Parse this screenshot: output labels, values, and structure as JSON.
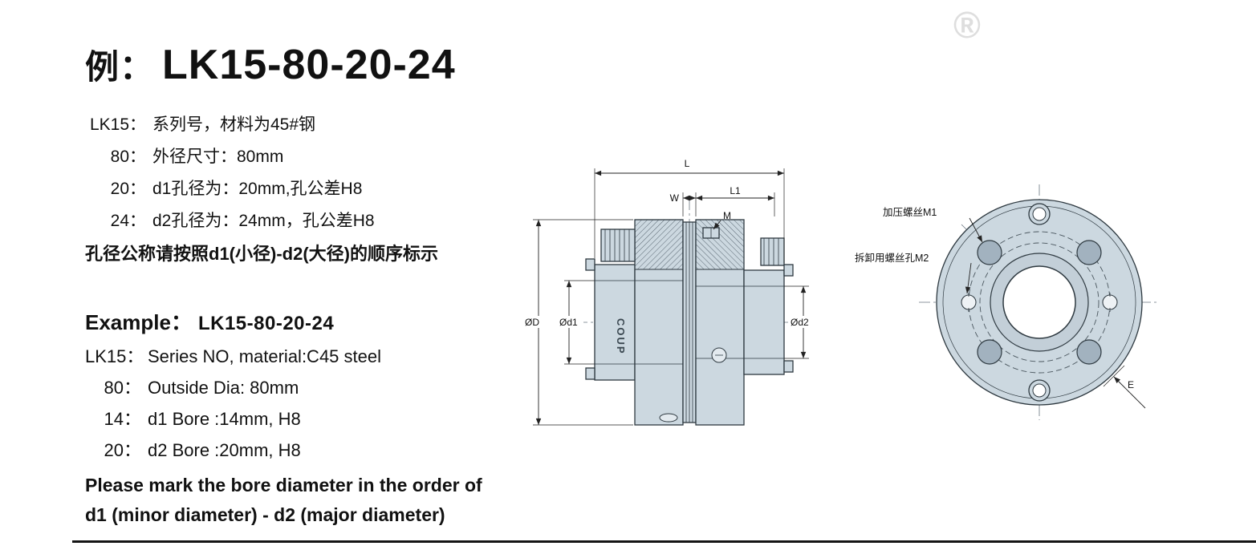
{
  "watermark": {
    "registered_mark": "®"
  },
  "title": {
    "prefix": "例：",
    "model": "LK15-80-20-24"
  },
  "spec_cn": {
    "lines": [
      {
        "key": "LK15：",
        "text": "系列号，材料为45#钢"
      },
      {
        "key": "80：",
        "text": "外径尺寸：80mm"
      },
      {
        "key": "20：",
        "text": "d1孔径为：20mm,孔公差H8"
      },
      {
        "key": "24：",
        "text": "d2孔径为：24mm，孔公差H8"
      }
    ],
    "note": "孔径公称请按照d1(小径)-d2(大径)的顺序标示"
  },
  "spec_en": {
    "heading_prefix": "Example：",
    "heading_model": "LK15-80-20-24",
    "lines": [
      {
        "key": "LK15：",
        "text": "Series NO, material:C45 steel"
      },
      {
        "key": "80：",
        "text": "Outside Dia: 80mm"
      },
      {
        "key": "14：",
        "text": "d1 Bore :14mm, H8"
      },
      {
        "key": "20：",
        "text": "d2 Bore :20mm, H8"
      }
    ],
    "note_line1": "Please mark the bore diameter in the order of",
    "note_line2": "d1 (minor diameter) - d2 (major diameter)"
  },
  "side_view": {
    "dim_L": "L",
    "dim_W": "W",
    "dim_L1": "L1",
    "dim_M": "M",
    "dim_OD": "ØD",
    "dim_Od1": "Ød1",
    "dim_Od2": "Ød2",
    "brand_text": "COUP"
  },
  "front_view": {
    "label_m1": "加压螺丝M1",
    "label_m2": "拆卸用螺丝孔M2",
    "dim_E": "E"
  }
}
